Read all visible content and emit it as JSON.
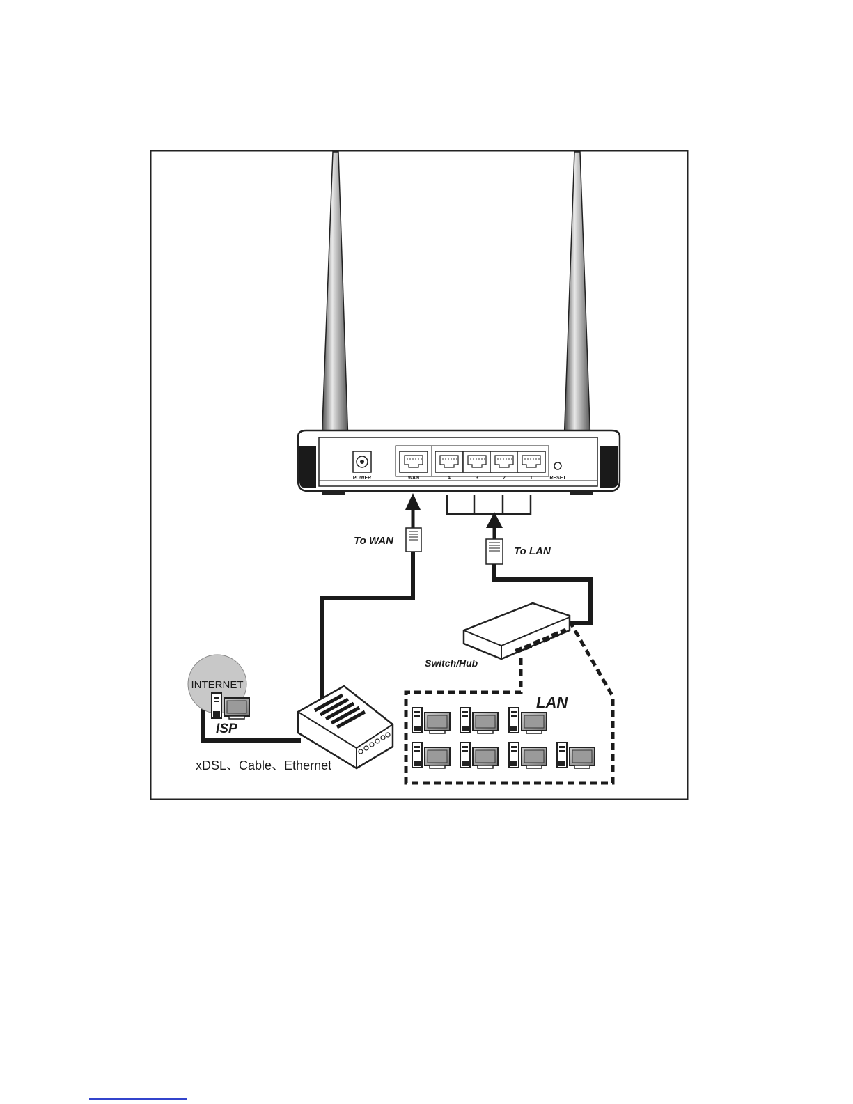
{
  "router": {
    "ports": {
      "power": "POWER",
      "wan": "WAN",
      "lan4": "4",
      "lan3": "3",
      "lan2": "2",
      "lan1": "1",
      "reset": "RESET"
    }
  },
  "labels": {
    "to_wan": "To WAN",
    "to_lan": "To LAN",
    "switch_hub": "Switch/Hub",
    "lan": "LAN",
    "internet": "INTERNET",
    "isp": "ISP",
    "modem_types": "xDSL、Cable、Ethernet"
  },
  "colors": {
    "ink": "#1a1a1a",
    "cloud": "#c8c8c8",
    "screen": "#a0a0a0",
    "footer_link": "#3344cc"
  }
}
